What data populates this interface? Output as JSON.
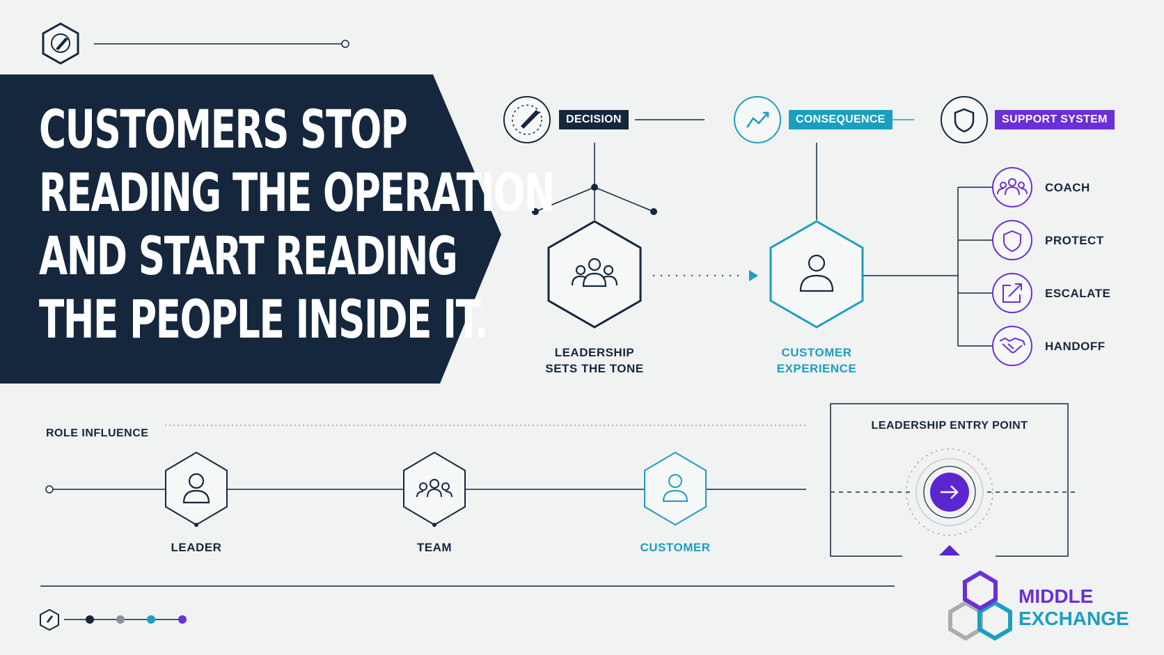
{
  "headline": {
    "line1": "CUSTOMERS STOP",
    "line2": "READING THE OPERATION",
    "line3": "AND START READING",
    "line4": "THE PEOPLE INSIDE IT."
  },
  "tags": {
    "decision": "DECISION",
    "consequence": "CONSEQUENCE",
    "support": "SUPPORT SYSTEM"
  },
  "nodes": {
    "leadership_line1": "LEADERSHIP",
    "leadership_line2": "SETS THE TONE",
    "customer_line1": "CUSTOMER",
    "customer_line2": "EXPERIENCE"
  },
  "support_items": [
    {
      "label": "COACH",
      "icon": "people-icon"
    },
    {
      "label": "PROTECT",
      "icon": "shield-icon"
    },
    {
      "label": "ESCALATE",
      "icon": "external-arrow-icon"
    },
    {
      "label": "HANDOFF",
      "icon": "handshake-icon"
    }
  ],
  "role_influence": {
    "title": "ROLE INFLUENCE",
    "roles": [
      "LEADER",
      "TEAM",
      "CUSTOMER"
    ]
  },
  "entry_point": {
    "title": "LEADERSHIP ENTRY POINT"
  },
  "brand": {
    "line1": "MIDDLE",
    "line2": "EXCHANGE"
  },
  "colors": {
    "navy": "#14273d",
    "teal": "#1b9fbf",
    "purple": "#6a2fd6",
    "gray": "#8a9096"
  }
}
